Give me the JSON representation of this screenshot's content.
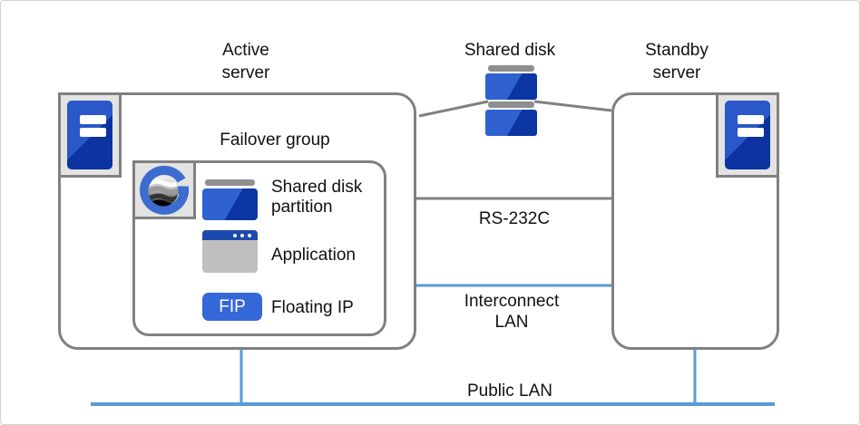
{
  "diagram": {
    "title": "Failover cluster configuration diagram",
    "labels": {
      "active_server": "Active\nserver",
      "shared_disk": "Shared disk",
      "standby_server": "Standby\nserver",
      "failover_group": "Failover group",
      "shared_disk_partition": "Shared disk\npartition",
      "application": "Application",
      "fip_badge": "FIP",
      "floating_ip": "Floating IP",
      "rs232c": "RS-232C",
      "interconnect_lan": "Interconnect\nLAN",
      "public_lan": "Public LAN"
    },
    "icons": {
      "active_server": "server-icon",
      "standby_server": "server-icon",
      "shared_disk": "disk-stack-icon",
      "cluster_logo": "expresscluster-g-logo-icon",
      "shared_disk_partition": "disk-partition-icon",
      "application": "app-window-icon",
      "floating_ip": "fip-badge"
    },
    "colors": {
      "box_border_gray": "#808080",
      "line_gray": "#808080",
      "line_blue": "#5b9bd5",
      "icon_blue_light": "#2a58c9",
      "icon_blue_dark": "#0c33a0",
      "fip_blue": "#3467d8",
      "app_titlebar_blue": "#1c49ac",
      "app_body_gray": "#bfbfbf",
      "disk_bar_gray": "#8f8f8f",
      "icon_frame_bg": "#e3e3e3",
      "logo_ring_blue": "#3d6cd1",
      "text_color": "#111111"
    },
    "connections": [
      {
        "name": "shared-disk-to-active",
        "type": "gray"
      },
      {
        "name": "shared-disk-to-standby",
        "type": "gray"
      },
      {
        "name": "rs-232c-link",
        "type": "gray"
      },
      {
        "name": "interconnect-lan-link",
        "type": "blue"
      },
      {
        "name": "public-lan-bus",
        "type": "blue"
      },
      {
        "name": "active-to-public-lan",
        "type": "blue"
      },
      {
        "name": "standby-to-public-lan",
        "type": "blue"
      }
    ]
  }
}
